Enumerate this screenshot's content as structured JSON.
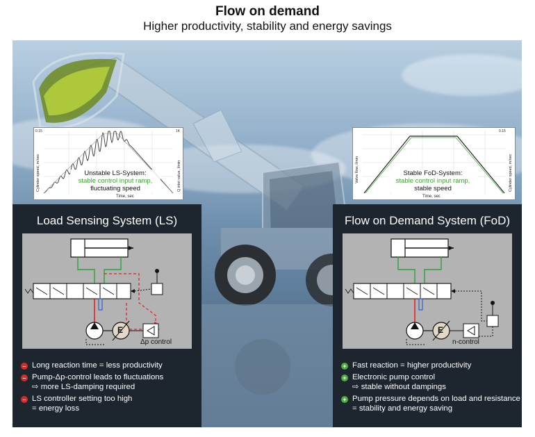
{
  "header": {
    "title": "Flow on demand",
    "subtitle": "Higher productivity, stability and energy savings"
  },
  "ls_chart": {
    "ylabel": "Cylinder speed, m/sec",
    "y2label": "Q inlet value, l/min",
    "xlabel": "Time, sec",
    "caption_line1": "Unstable LS-System:",
    "caption_line2": "stable control input ramp,",
    "caption_line3": "fluctuating speed",
    "tick_top": "0.15",
    "tick_top_right": "14"
  },
  "fod_chart": {
    "ylabel": "Valve flow, l/min",
    "y2label": "Cylinder speed, m/sec",
    "xlabel": "Time, sec",
    "caption_line1": "Stable FoD-System:",
    "caption_line2": "stable control input ramp,",
    "caption_line3": "stable speed",
    "tick_top": "0.15"
  },
  "ls_panel": {
    "title": "Load Sensing System (LS)",
    "pump_label": "E",
    "control_label": "Δp control",
    "bullets": [
      {
        "type": "negative",
        "line1": "Long reaction time = less productivity",
        "line2": ""
      },
      {
        "type": "negative",
        "line1": "Pump-Δp-control leads to fluctuations",
        "line2": "⇨ more LS-damping required"
      },
      {
        "type": "negative",
        "line1": "LS controller setting too high",
        "line2": "= energy loss"
      }
    ]
  },
  "fod_panel": {
    "title": "Flow on Demand System (FoD)",
    "pump_label": "E",
    "control_label": "n-control",
    "bullets": [
      {
        "type": "positive",
        "line1": "Fast reaction = higher productivity",
        "line2": ""
      },
      {
        "type": "positive",
        "line1": "Electronic pump control",
        "line2": "⇨ stable without dampings"
      },
      {
        "type": "positive",
        "line1": "Pump pressure depends on load and resistance",
        "line2": "= stability and energy saving"
      }
    ]
  },
  "colors": {
    "panel_bg": "#1d252e",
    "schematic_bg": "#b3b3b3",
    "hydraulic_green": "#2fa23a",
    "pressure_red": "#e02020",
    "signal_blue": "#2a5fd8",
    "bullet_negative": "#d42b2b",
    "bullet_positive": "#4caa3a"
  }
}
